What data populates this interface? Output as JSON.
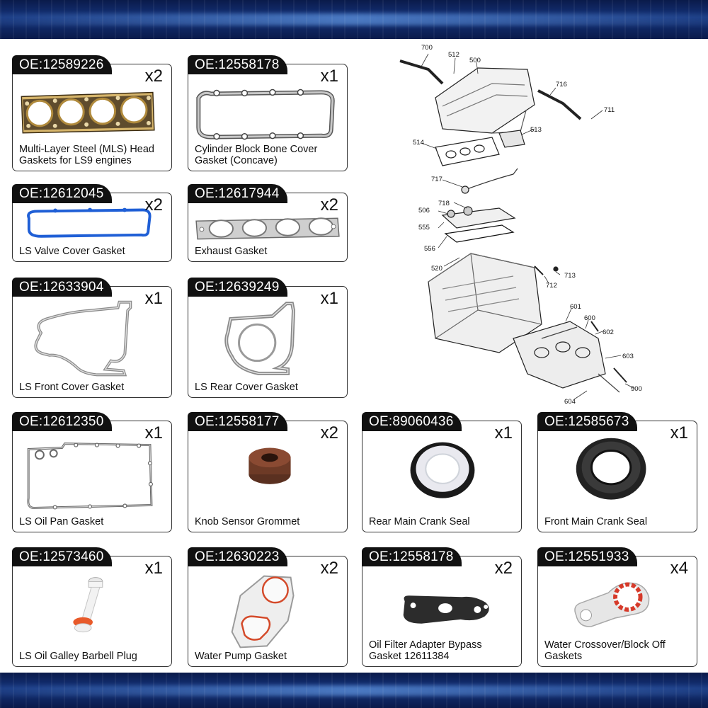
{
  "cards": [
    {
      "oe": "OE:12589226",
      "qty": "x2",
      "name": "Multi-Layer Steel (MLS) Head Gaskets for LS9 engines"
    },
    {
      "oe": "OE:12558178",
      "qty": "x1",
      "name": "Cylinder Block Bone Cover Gasket (Concave)"
    },
    {
      "oe": "OE:12612045",
      "qty": "x2",
      "name": "LS Valve Cover Gasket"
    },
    {
      "oe": "OE:12617944",
      "qty": "x2",
      "name": "Exhaust Gasket"
    },
    {
      "oe": "OE:12633904",
      "qty": "x1",
      "name": "LS Front Cover Gasket"
    },
    {
      "oe": "OE:12639249",
      "qty": "x1",
      "name": "LS Rear Cover Gasket"
    },
    {
      "oe": "OE:12612350",
      "qty": "x1",
      "name": "LS Oil Pan Gasket"
    },
    {
      "oe": "OE:12558177",
      "qty": "x2",
      "name": "Knob Sensor Grommet"
    },
    {
      "oe": "OE:89060436",
      "qty": "x1",
      "name": "Rear Main Crank Seal"
    },
    {
      "oe": "OE:12585673",
      "qty": "x1",
      "name": "Front Main Crank Seal"
    },
    {
      "oe": "OE:12573460",
      "qty": "x1",
      "name": "LS Oil Galley Barbell Plug"
    },
    {
      "oe": "OE:12630223",
      "qty": "x2",
      "name": "Water Pump Gasket"
    },
    {
      "oe": "OE:12558178",
      "qty": "x2",
      "name": "Oil Filter Adapter Bypass Gasket 12611384"
    },
    {
      "oe": "OE:12551933",
      "qty": "x4",
      "name": "Water Crossover/Block Off Gaskets"
    }
  ],
  "diagram": {
    "callouts": [
      "700",
      "512",
      "500",
      "716",
      "711",
      "513",
      "514",
      "717",
      "506",
      "718",
      "555",
      "556",
      "520",
      "713",
      "712",
      "601",
      "600",
      "602",
      "603",
      "900",
      "604"
    ]
  },
  "icons": {
    "head_gasket": "head-gasket-icon",
    "bone_cover": "valley-cover-gasket-icon",
    "valve_cover": "valve-cover-gasket-icon",
    "exhaust": "exhaust-gasket-icon",
    "front_cover": "front-cover-gasket-icon",
    "rear_cover": "rear-cover-gasket-icon",
    "oil_pan": "oil-pan-gasket-icon",
    "grommet": "grommet-icon",
    "rear_seal": "rear-main-seal-icon",
    "front_seal": "front-main-seal-icon",
    "plug": "barbell-plug-icon",
    "water_pump": "water-pump-gasket-icon",
    "bypass": "bypass-gasket-icon",
    "crossover": "crossover-gasket-icon"
  }
}
